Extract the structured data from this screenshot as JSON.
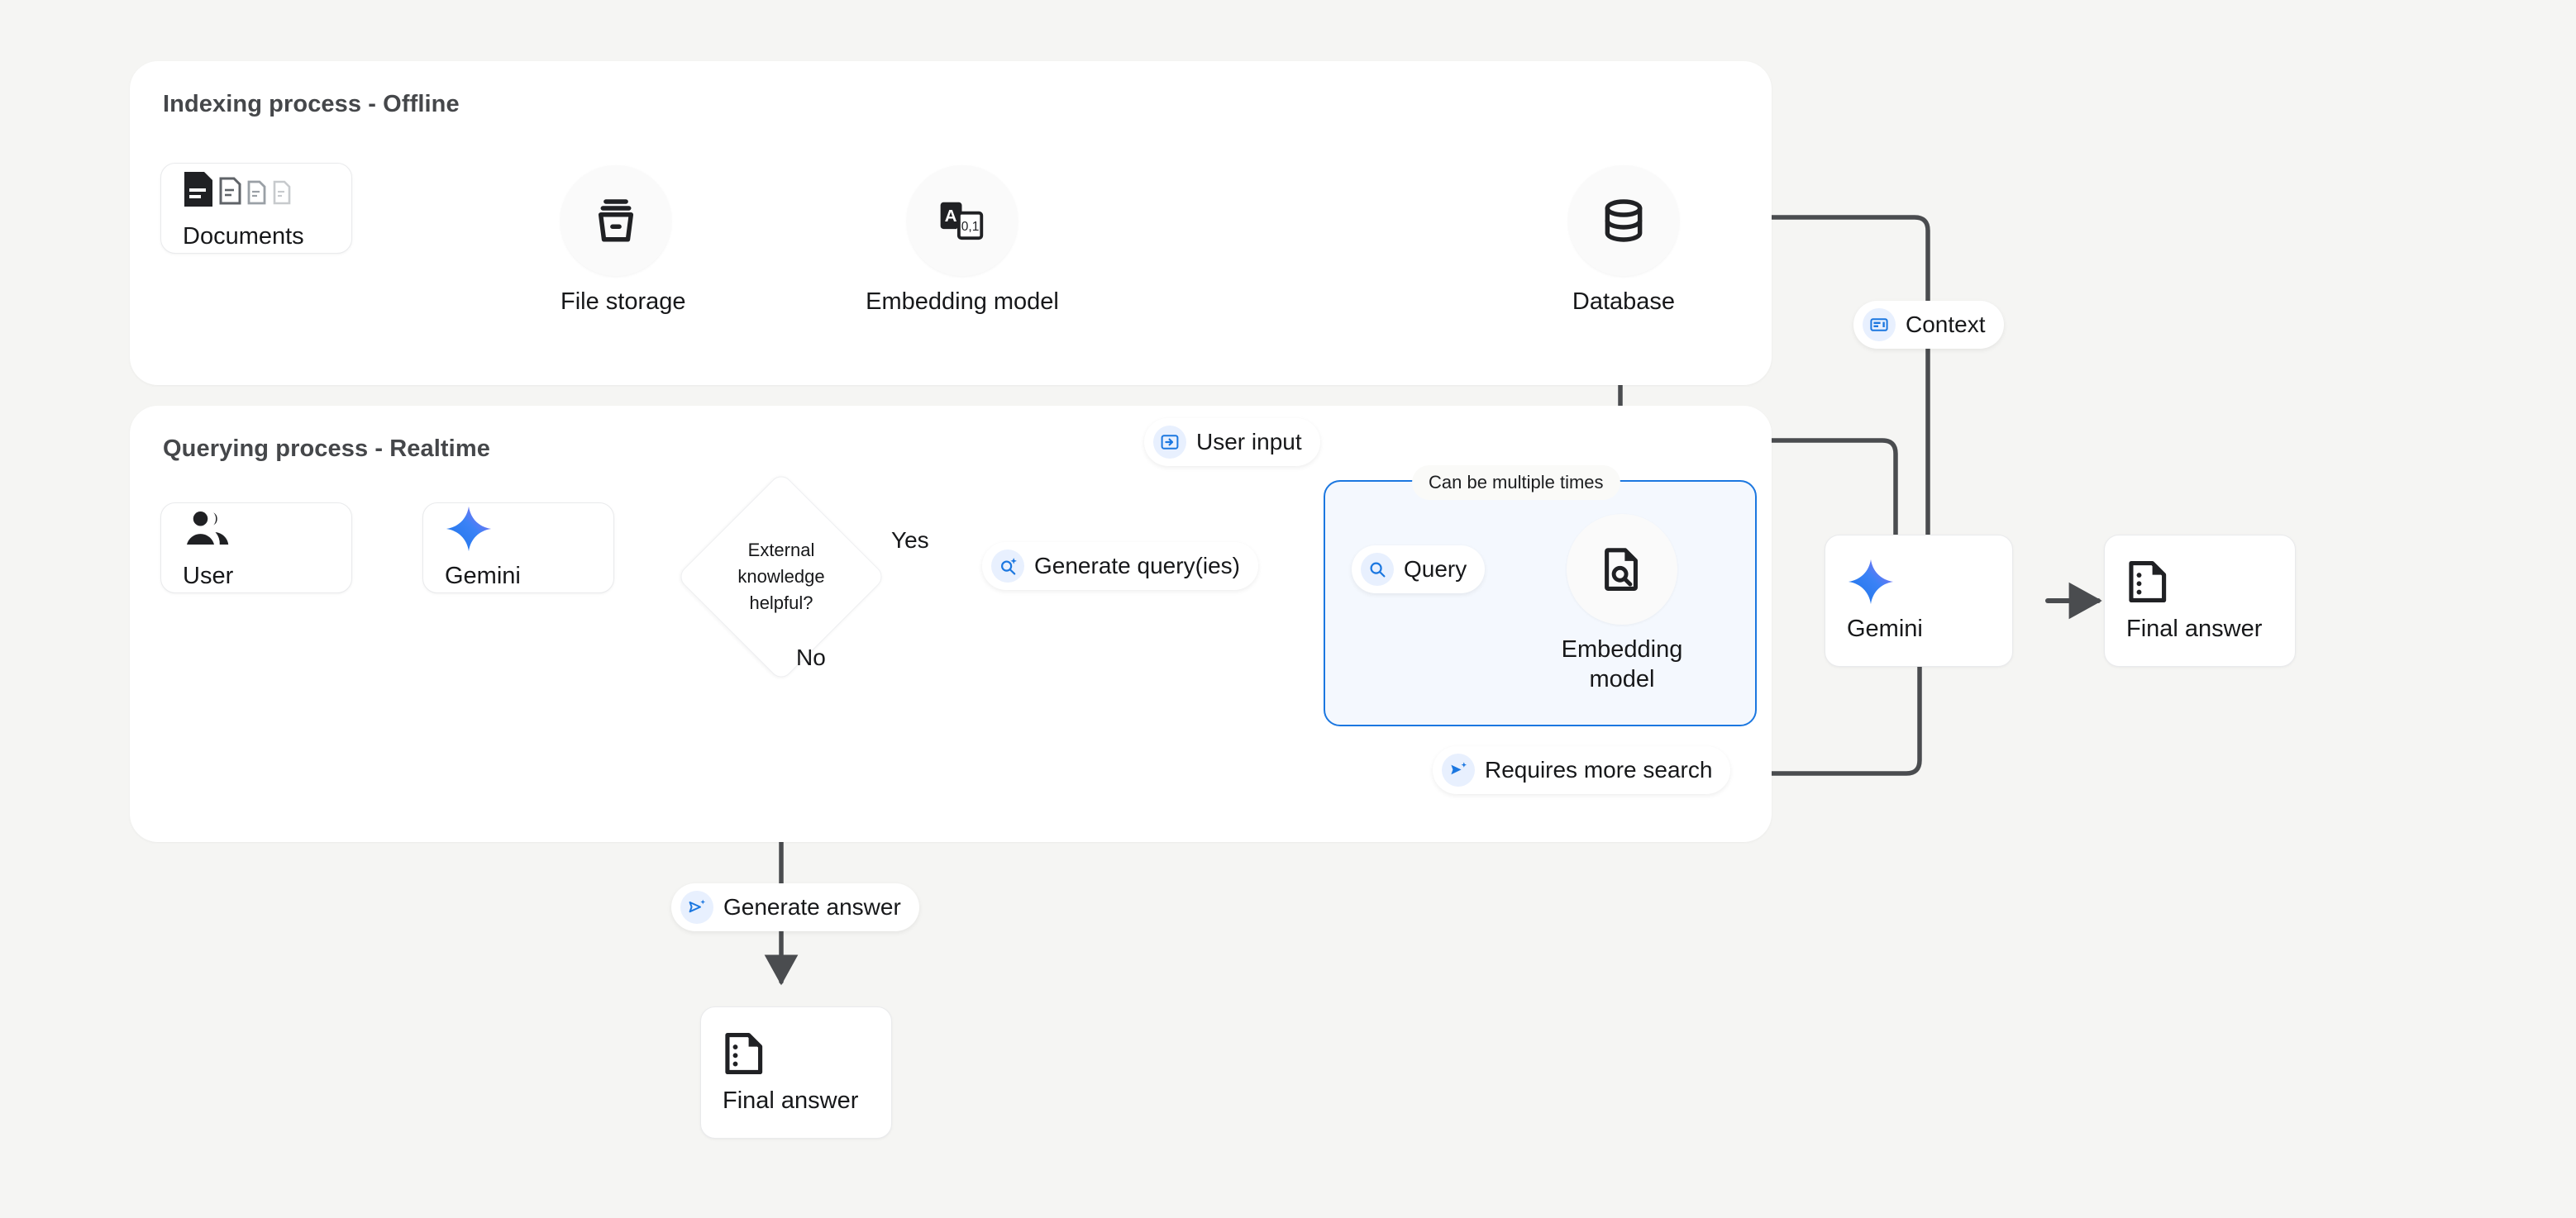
{
  "canvas": {
    "background": "#f5f5f3",
    "accent_blue": "#1b77e0",
    "arrow_gray": "#4a4c4f",
    "loop_fill": "#f4f8fe"
  },
  "panels": [
    {
      "id": "indexing",
      "title": "Indexing process - Offline"
    },
    {
      "id": "querying",
      "title": "Querying process - Realtime"
    }
  ],
  "indexing": {
    "documents": {
      "label": "Documents",
      "icon": "documents-icon"
    },
    "file_storage": {
      "label": "File storage",
      "icon": "file-storage-icon"
    },
    "embedding_model": {
      "label": "Embedding model",
      "icon": "translate-embedding-icon"
    },
    "database": {
      "label": "Database",
      "icon": "database-icon"
    }
  },
  "querying": {
    "user": {
      "label": "User",
      "icon": "user-group-icon"
    },
    "gemini": {
      "label": "Gemini",
      "icon": "gemini-sparkle-icon"
    },
    "decision": {
      "line1": "External",
      "line2": "knowledge",
      "line3": "helpful?"
    },
    "branch_yes": "Yes",
    "branch_no": "No",
    "generate_queries": {
      "label": "Generate query(ies)",
      "icon": "search-sparkle-icon"
    },
    "query": {
      "label": "Query",
      "icon": "search-icon"
    },
    "query_embedding_model": {
      "line1": "Embedding",
      "line2": "model",
      "icon": "document-search-icon"
    },
    "loop_note": "Can be multiple times",
    "requires_more_search": {
      "label": "Requires more search",
      "icon": "send-sparkle-icon"
    },
    "user_input": {
      "label": "User input",
      "icon": "input-login-icon"
    },
    "context": {
      "label": "Context",
      "icon": "context-card-icon"
    },
    "gemini_right": {
      "label": "Gemini",
      "icon": "gemini-sparkle-icon"
    },
    "final_answer_right": {
      "label": "Final answer",
      "icon": "final-answer-doc-icon"
    },
    "generate_answer": {
      "label": "Generate answer",
      "icon": "send-sparkle-icon"
    },
    "final_answer_bottom": {
      "label": "Final answer",
      "icon": "final-answer-doc-icon"
    }
  }
}
